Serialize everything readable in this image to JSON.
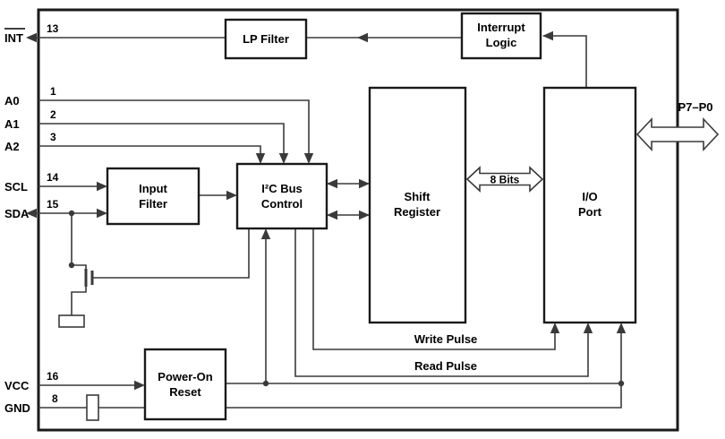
{
  "pins": {
    "int": {
      "label": "INT",
      "number": "13"
    },
    "a0": {
      "label": "A0",
      "number": "1"
    },
    "a1": {
      "label": "A1",
      "number": "2"
    },
    "a2": {
      "label": "A2",
      "number": "3"
    },
    "scl": {
      "label": "SCL",
      "number": "14"
    },
    "sda": {
      "label": "SDA",
      "number": "15"
    },
    "vcc": {
      "label": "VCC",
      "number": "16"
    },
    "gnd": {
      "label": "GND",
      "number": "8"
    },
    "port": {
      "label": "P7–P0"
    }
  },
  "blocks": {
    "lp_filter": {
      "label": "LP Filter"
    },
    "interrupt_logic": {
      "line1": "Interrupt",
      "line2": "Logic"
    },
    "input_filter": {
      "line1": "Input",
      "line2": "Filter"
    },
    "i2c_bus_control": {
      "line1": "I²C Bus",
      "line2": "Control"
    },
    "shift_register": {
      "line1": "Shift",
      "line2": "Register"
    },
    "io_port": {
      "line1": "I/O",
      "line2": "Port"
    },
    "power_on_reset": {
      "line1": "Power-On",
      "line2": "Reset"
    }
  },
  "labels": {
    "bus_width": "8 Bits",
    "write_pulse": "Write Pulse",
    "read_pulse": "Read Pulse"
  },
  "colors": {
    "wire": "#3a3a3a",
    "block_border": "#1a1a1a",
    "text": "#000000",
    "background": "#ffffff"
  }
}
